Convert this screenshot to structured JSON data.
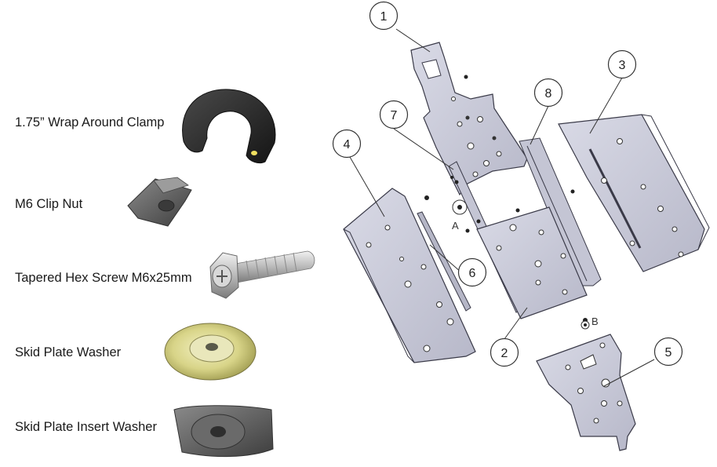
{
  "hardware": [
    {
      "id": "wrap-clamp",
      "label": "1.75” Wrap Around Clamp"
    },
    {
      "id": "clip-nut",
      "label": "M6 Clip Nut"
    },
    {
      "id": "hex-screw",
      "label": "Tapered Hex Screw M6x25mm"
    },
    {
      "id": "washer",
      "label": "Skid Plate Washer"
    },
    {
      "id": "insert-washer",
      "label": "Skid Plate Insert Washer"
    }
  ],
  "callouts": [
    "1",
    "2",
    "3",
    "4",
    "5",
    "6",
    "7",
    "8"
  ],
  "detail_markers": [
    "A",
    "B"
  ],
  "colors": {
    "plate_fill": "#c9cad9",
    "plate_stroke": "#3a3a48",
    "rubber": "#2c2c2c",
    "washer_gold": "#d9d58a",
    "metal": "#9a9a9a",
    "callout_stroke": "#333333"
  }
}
